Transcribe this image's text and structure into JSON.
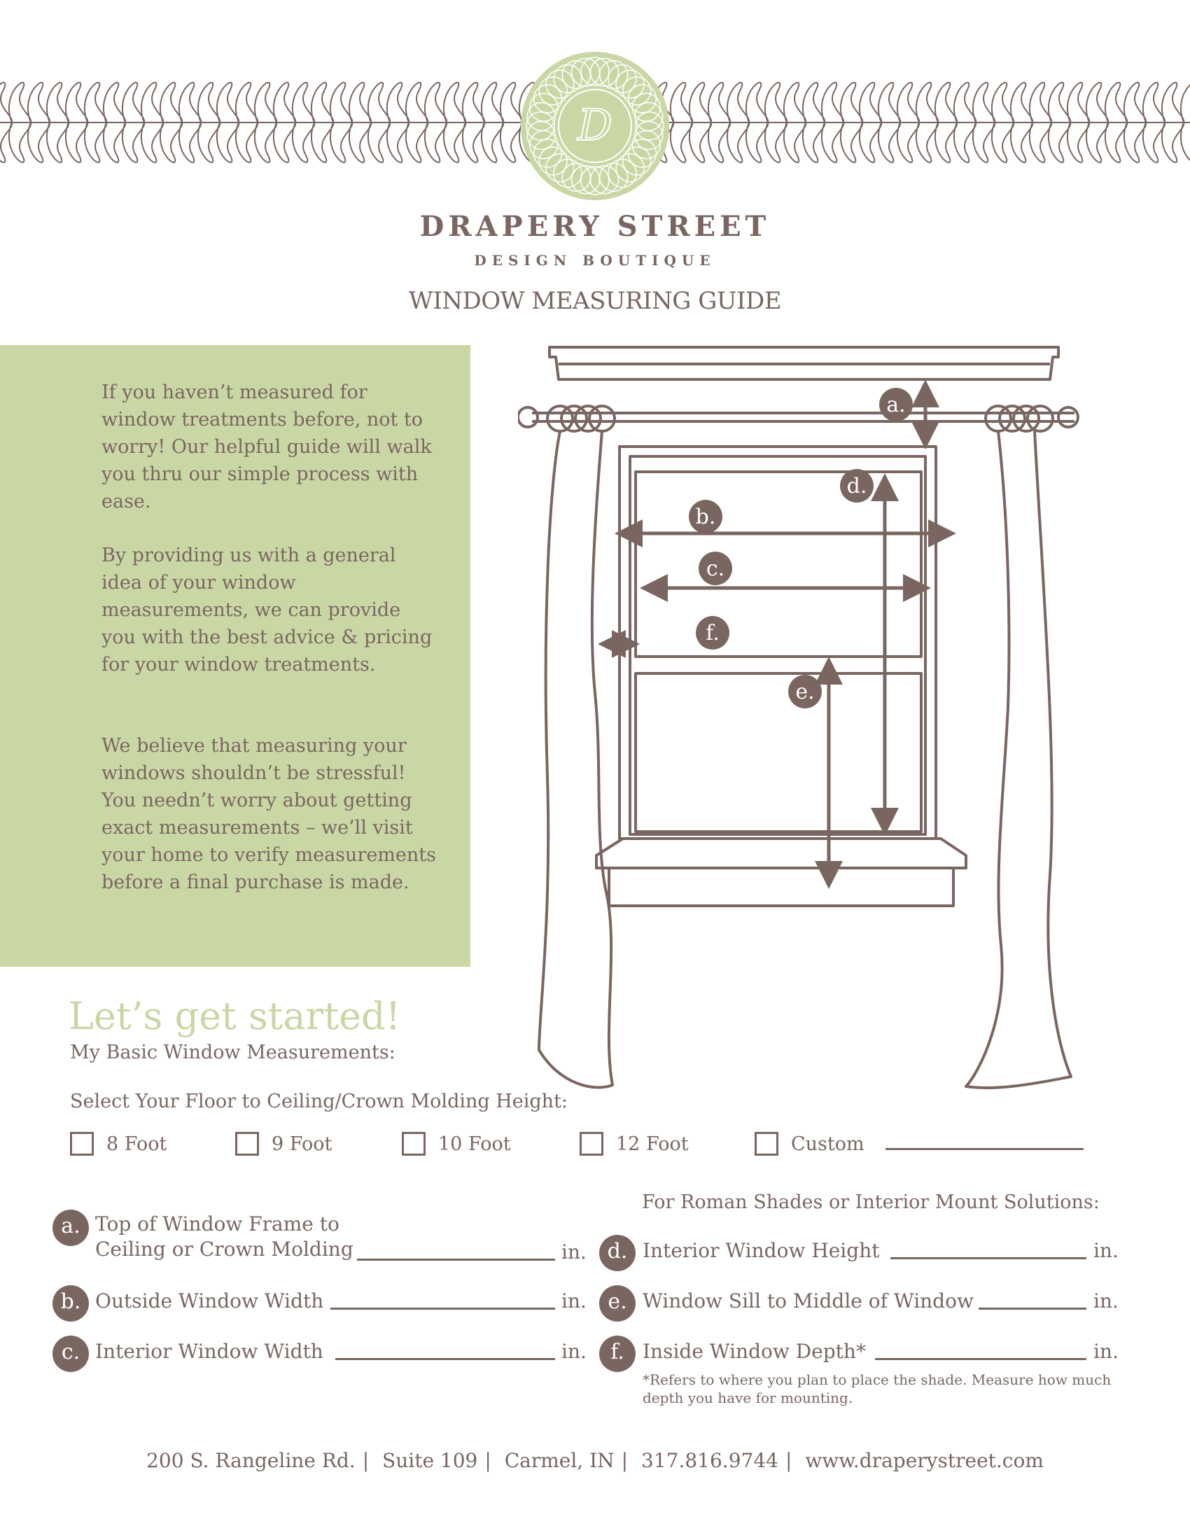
{
  "brand": {
    "name": "DRAPERY STREET",
    "subtitle": "DESIGN BOUTIQUE",
    "monogram": "D"
  },
  "title": "WINDOW MEASURING GUIDE",
  "intro": [
    "If you haven’t measured for window treatments before, not to worry! Our helpful guide will walk you thru our simple process with ease.",
    "By providing us with a general idea of your window measurements, we can provide you with the best advice & pricing for your window treatments.",
    "We believe that measuring your windows shouldn’t be stressful! You needn’t worry about getting exact measurements – we’ll visit your home to verify measurements before a final purchase is made."
  ],
  "diagram_markers": [
    "a.",
    "b.",
    "c.",
    "d.",
    "e.",
    "f."
  ],
  "start": {
    "heading": "Let’s get started!",
    "subheading": "My Basic Window Measurements:",
    "floor_label": "Select Your Floor to Ceiling/Crown Molding Height:",
    "options": [
      "8 Foot",
      "9 Foot",
      "10 Foot",
      "12 Foot",
      "Custom"
    ]
  },
  "measurements_left": [
    {
      "letter": "a.",
      "line1": "Top of Window Frame to",
      "line2": "Ceiling or Crown Molding",
      "unit": "in."
    },
    {
      "letter": "b.",
      "label": "Outside Window Width",
      "unit": "in."
    },
    {
      "letter": "c.",
      "label": "Interior Window Width",
      "unit": "in."
    }
  ],
  "roman_label": "For Roman Shades or Interior Mount Solutions:",
  "measurements_right": [
    {
      "letter": "d.",
      "label": "Interior Window Height",
      "unit": "in."
    },
    {
      "letter": "e.",
      "label": "Window Sill to Middle of Window",
      "unit": "in."
    },
    {
      "letter": "f.",
      "label": "Inside Window Depth*",
      "unit": "in."
    }
  ],
  "footnote": "*Refers to where you plan to place the shade. Measure how much depth you have for mounting.",
  "footer": [
    "200 S. Rangeline Rd.",
    "Suite 109",
    "Carmel, IN",
    "317.816.9744",
    "www.draperystreet.com"
  ],
  "colors": {
    "brown": "#7a6660",
    "sage": "#c9d7a5",
    "white": "#ffffff"
  }
}
